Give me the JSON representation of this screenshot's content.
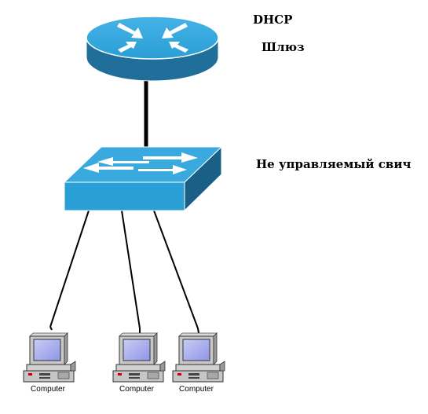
{
  "labels": {
    "dhcp": "DHCP",
    "gateway": "Шлюз",
    "switch": "Не управляемый свич"
  },
  "computers": [
    {
      "label": "Computer"
    },
    {
      "label": "Computer"
    },
    {
      "label": "Computer"
    }
  ],
  "colors": {
    "device_face": "#2a9fd6",
    "device_dark": "#1f6f9a",
    "device_side": "#1a5f86",
    "link": "#000000"
  }
}
